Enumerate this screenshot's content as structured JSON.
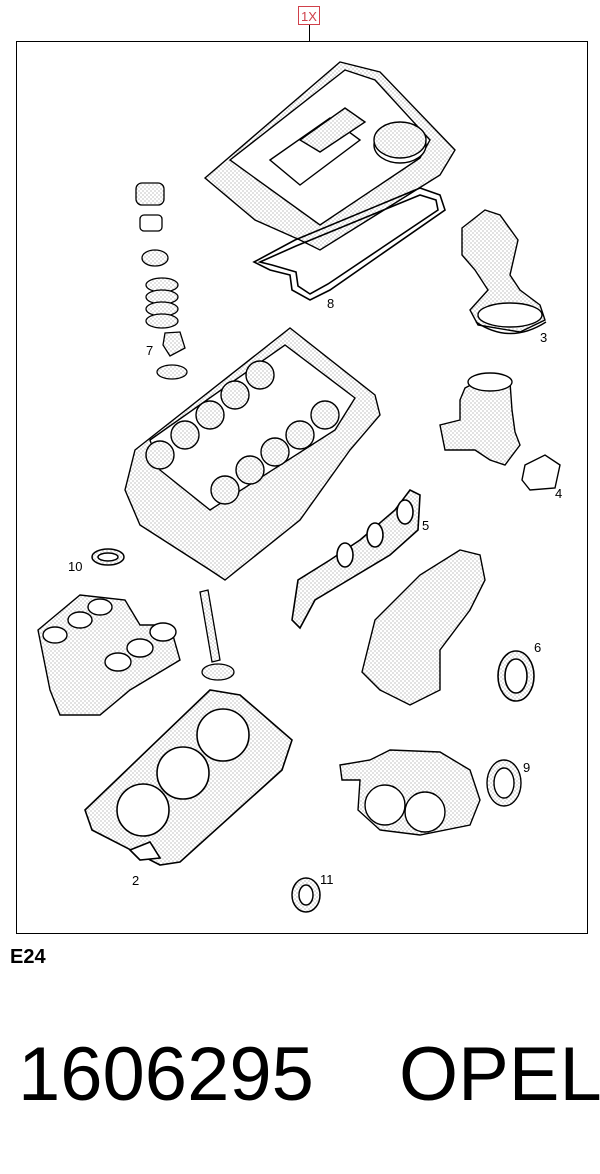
{
  "quantity_badge": "1X",
  "callouts": {
    "c1": "2",
    "c2": "3",
    "c3": "4",
    "c4": "5",
    "c5": "6",
    "c6": "7",
    "c7": "8",
    "c8": "9",
    "c9": "10",
    "c10": "11"
  },
  "diagram_code": "E24",
  "footer": {
    "part_number": "1606295",
    "brand": "OPEL"
  },
  "colors": {
    "badge": "#d0404a",
    "lines": "#000000",
    "shading": "#bfbfbf"
  }
}
